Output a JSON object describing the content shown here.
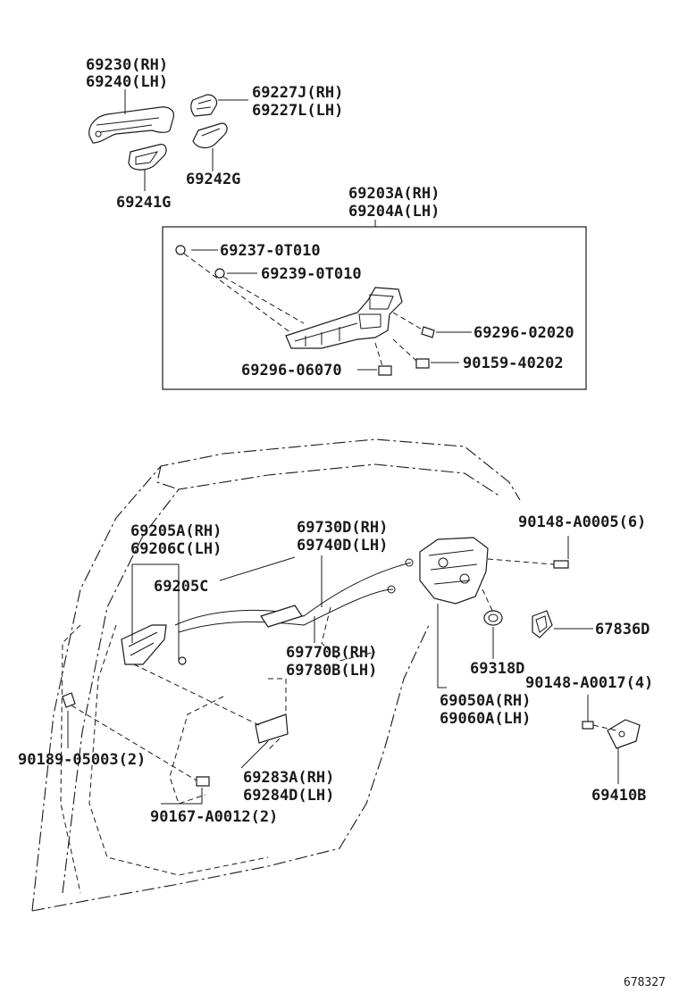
{
  "labels": {
    "p69230": "69230(RH)",
    "p69240": "69240(LH)",
    "p69227J": "69227J(RH)",
    "p69227L": "69227L(LH)",
    "p69242G": "69242G",
    "p69241G": "69241G",
    "p69203A": "69203A(RH)",
    "p69204A": "69204A(LH)",
    "p69237": "69237-0T010",
    "p69239": "69239-0T010",
    "p69296_02020": "69296-02020",
    "p90159": "90159-40202",
    "p69296_06070": "69296-06070",
    "p69205A": "69205A(RH)",
    "p69206C": "69206C(LH)",
    "p69205C": "69205C",
    "p69730D": "69730D(RH)",
    "p69740D": "69740D(LH)",
    "p90148_A0005": "90148-A0005(6)",
    "p67836D": "67836D",
    "p69770B": "69770B(RH)",
    "p69780B": "69780B(LH)",
    "p69318D": "69318D",
    "p69050A": "69050A(RH)",
    "p69060A": "69060A(LH)",
    "p90148_A0017": "90148-A0017(4)",
    "p90189": "90189-05003(2)",
    "p69283A": "69283A(RH)",
    "p69284D": "69284D(LH)",
    "p69410B": "69410B",
    "p90167": "90167-A0012(2)"
  },
  "diagram_id": "678327",
  "icons": [
    "outside-handle-icon",
    "handle-cap-icon",
    "handle-pad-icon",
    "handle-frame-icon",
    "inside-handle-icon",
    "door-lock-icon",
    "lock-cable-icon",
    "bolt-icon",
    "grommet-icon",
    "striker-icon",
    "clip-icon",
    "door-outline-icon"
  ]
}
